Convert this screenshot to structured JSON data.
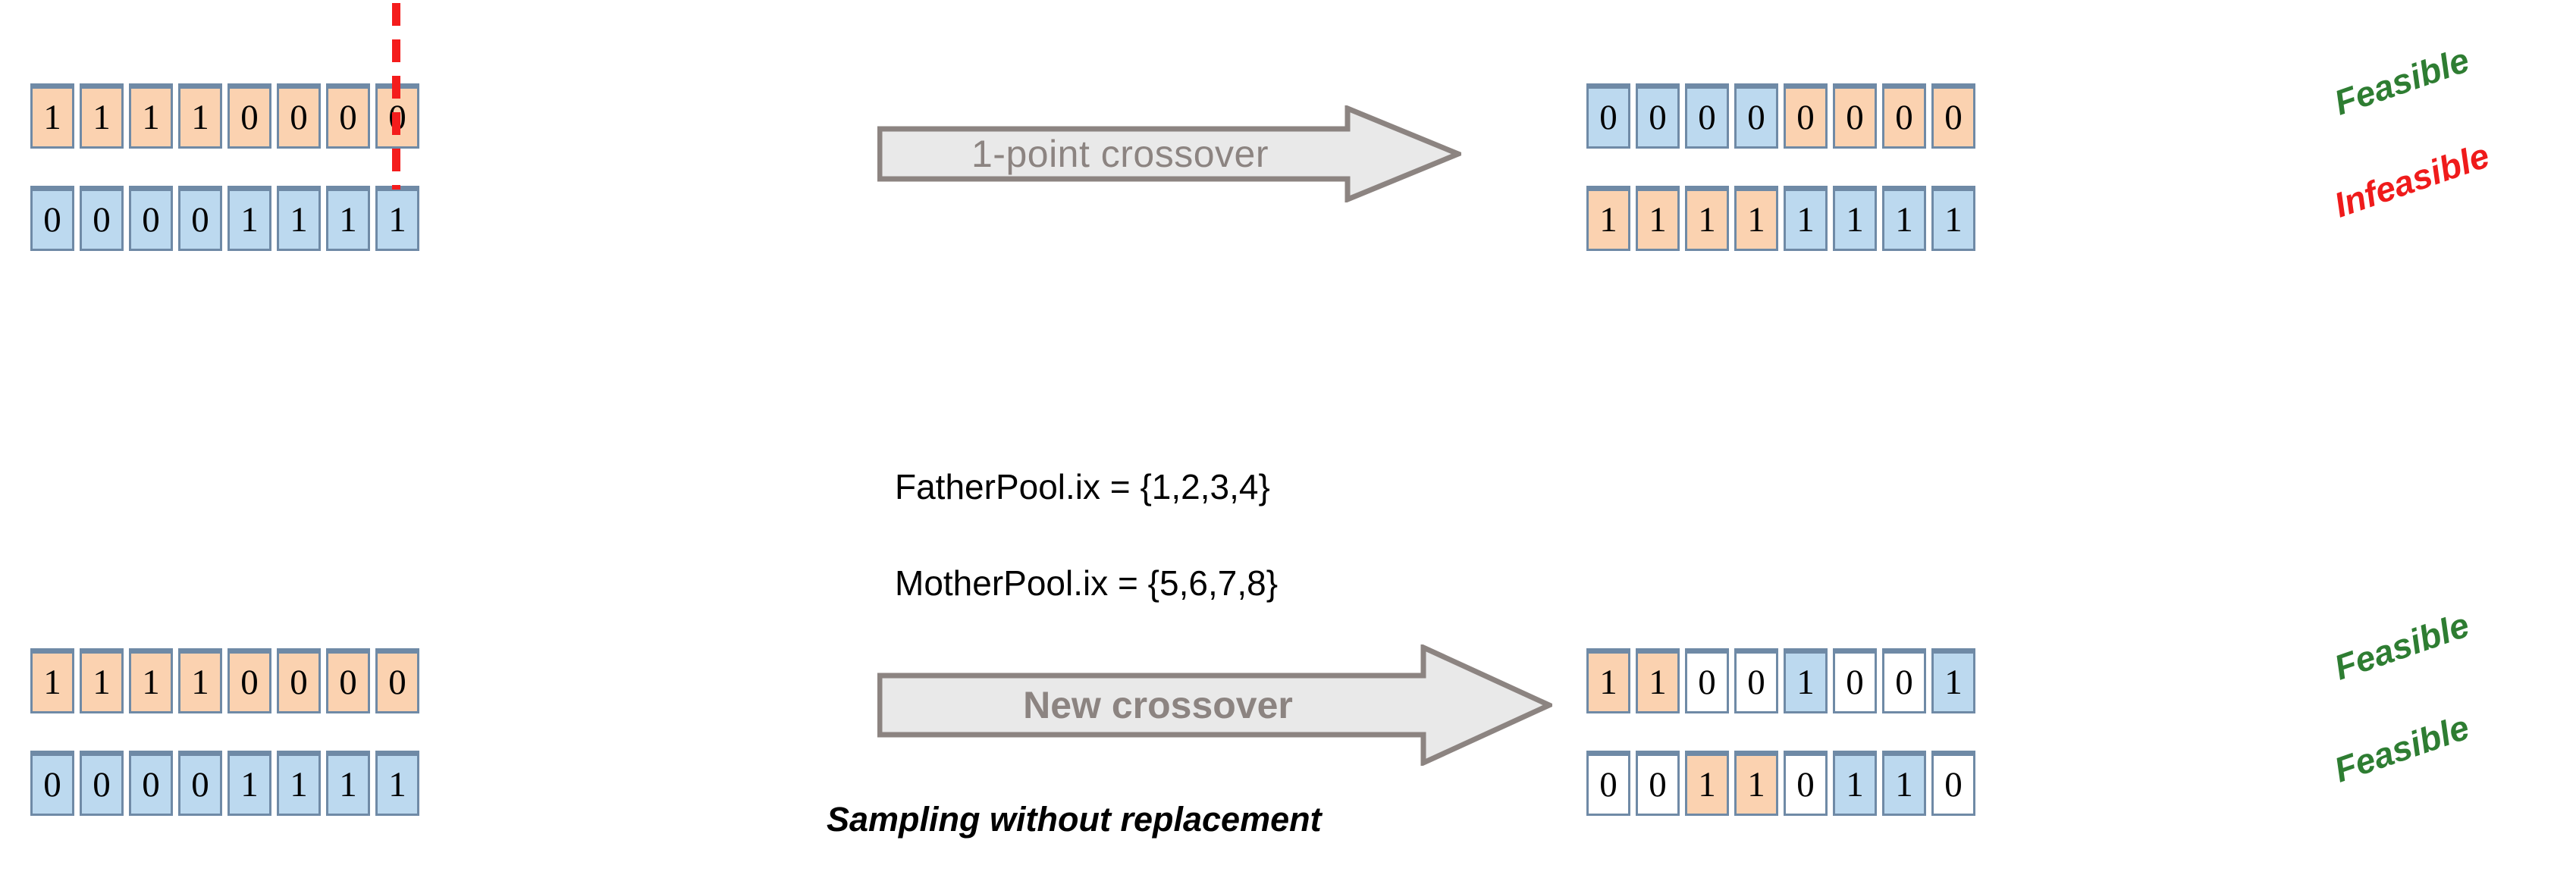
{
  "diagram": {
    "title_hidden": "Genetic algorithm crossover comparison",
    "colors": {
      "father_cell": "#fbd2b0",
      "mother_cell": "#bcd9ef",
      "neutral_cell": "#ffffff",
      "cell_border": "#6f8aa6",
      "cut_line": "#f41c1c",
      "arrow_fill": "#e9e9e9",
      "arrow_stroke": "#8c8481",
      "feasible": "#2e7d32",
      "infeasible": "#ef1b1b"
    },
    "top": {
      "parents": [
        {
          "name": "father",
          "bits": [
            "1",
            "1",
            "1",
            "1",
            "0",
            "0",
            "0",
            "0"
          ],
          "fills": [
            "orange",
            "orange",
            "orange",
            "orange",
            "orange",
            "orange",
            "orange",
            "orange"
          ]
        },
        {
          "name": "mother",
          "bits": [
            "0",
            "0",
            "0",
            "0",
            "1",
            "1",
            "1",
            "1"
          ],
          "fills": [
            "blue",
            "blue",
            "blue",
            "blue",
            "blue",
            "blue",
            "blue",
            "blue"
          ]
        }
      ],
      "crossover_point_after_gene": 4,
      "arrow_label": "1-point crossover",
      "children": [
        {
          "bits": [
            "0",
            "0",
            "0",
            "0",
            "0",
            "0",
            "0",
            "0"
          ],
          "fills": [
            "blue",
            "blue",
            "blue",
            "blue",
            "orange",
            "orange",
            "orange",
            "orange"
          ],
          "tag": "Feasible",
          "tag_kind": "ok"
        },
        {
          "bits": [
            "1",
            "1",
            "1",
            "1",
            "1",
            "1",
            "1",
            "1"
          ],
          "fills": [
            "orange",
            "orange",
            "orange",
            "orange",
            "blue",
            "blue",
            "blue",
            "blue"
          ],
          "tag": "Infeasible",
          "tag_kind": "bad"
        }
      ]
    },
    "middle": {
      "father_pool": "FatherPool.ix = {1,2,3,4}",
      "mother_pool": "MotherPool.ix = {5,6,7,8}"
    },
    "bottom": {
      "parents": [
        {
          "name": "father",
          "bits": [
            "1",
            "1",
            "1",
            "1",
            "0",
            "0",
            "0",
            "0"
          ],
          "fills": [
            "orange",
            "orange",
            "orange",
            "orange",
            "orange",
            "orange",
            "orange",
            "orange"
          ]
        },
        {
          "name": "mother",
          "bits": [
            "0",
            "0",
            "0",
            "0",
            "1",
            "1",
            "1",
            "1"
          ],
          "fills": [
            "blue",
            "blue",
            "blue",
            "blue",
            "blue",
            "blue",
            "blue",
            "blue"
          ]
        }
      ],
      "arrow_label": "New crossover",
      "caption": "Sampling without replacement",
      "children": [
        {
          "bits": [
            "1",
            "1",
            "0",
            "0",
            "1",
            "0",
            "0",
            "1"
          ],
          "fills": [
            "orange",
            "orange",
            "white",
            "white",
            "blue",
            "white",
            "white",
            "blue"
          ],
          "tag": "Feasible",
          "tag_kind": "ok"
        },
        {
          "bits": [
            "0",
            "0",
            "1",
            "1",
            "0",
            "1",
            "1",
            "0"
          ],
          "fills": [
            "white",
            "white",
            "orange",
            "orange",
            "white",
            "blue",
            "blue",
            "white"
          ],
          "tag": "Feasible",
          "tag_kind": "ok"
        }
      ]
    }
  }
}
